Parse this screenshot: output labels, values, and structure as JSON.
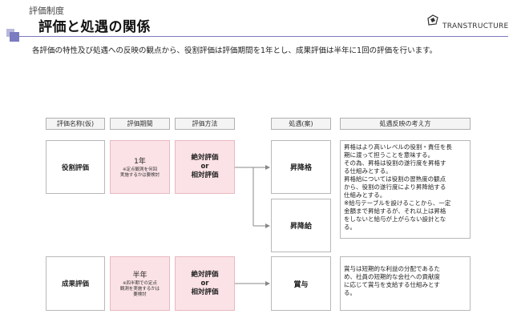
{
  "header": {
    "section": "評価制度",
    "title": "評価と処遇の関係",
    "logo_text": "TRANSTRUCTURE",
    "description": "各評価の特性及び処遇への反映の観点から、役割評価は評価期間を1年とし、成果評価は半年に1回の評価を行います。"
  },
  "table": {
    "headers": {
      "name": "評価名称(仮)",
      "period": "評価期間",
      "method": "評価方法",
      "treatment": "処遇(案)",
      "reflection": "処遇反映の考え方"
    },
    "role": {
      "name": "役割評価",
      "period": "1年",
      "period_note_1": "※定点観測を何回",
      "period_note_2": "実施するかは要検討",
      "method_1": "絶対評価",
      "method_2": "or",
      "method_3": "相対評価"
    },
    "result": {
      "name": "成果評価",
      "period": "半年",
      "period_note_1": "※四半期での定点",
      "period_note_2": "観測を実施するかは",
      "period_note_3": "要検討",
      "method_1": "絶対評価",
      "method_2": "or",
      "method_3": "相対評価"
    },
    "treatments": {
      "promotion": "昇降格",
      "salary": "昇降給",
      "bonus": "賞与"
    },
    "reflection_role": [
      "昇格はより高いレベルの役割・責任を長",
      "期に渡って担うことを意味する。",
      "その為、昇格は役割の遂行度を昇格す",
      "る仕組みとする。",
      "昇格給については役割の習熟度の観点",
      "から、役割の遂行度により昇降給する",
      "仕組みとする。",
      "※給与テーブルを設けることから、一定",
      "金額まで昇給するが、それ以上は昇格",
      "をしないと給与が上がらない設計とな",
      "る。"
    ],
    "reflection_result": [
      "賞与は短期的な利益の分配であるた",
      "め、社員の短期的な会社への貢献度",
      "に応じて賞与を支給する仕組みとす",
      "る。"
    ]
  }
}
